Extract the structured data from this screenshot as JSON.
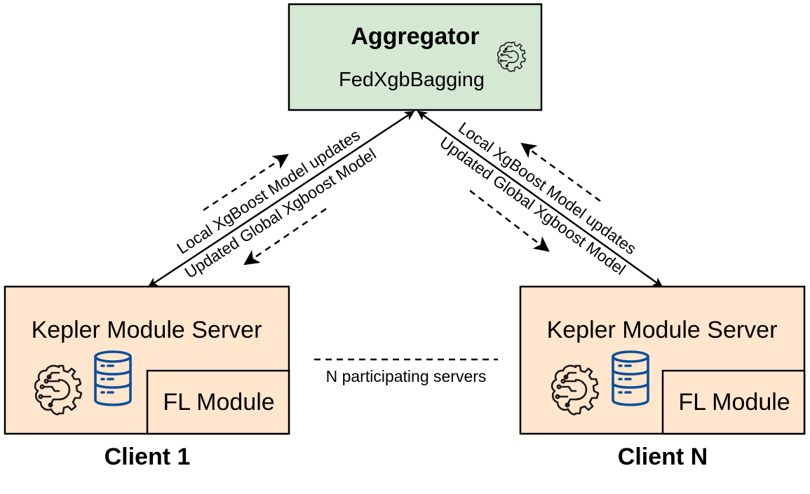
{
  "aggregator": {
    "title": "Aggregator",
    "strategy": "FedXgbBagging",
    "fill": "#d5e8d4",
    "icon": "brain-gear-icon"
  },
  "client_left": {
    "server_label": "Kepler Module Server",
    "module_label": "FL Module",
    "name": "Client 1",
    "fill": "#ffe6cc",
    "brain_icon": "brain-gear-icon",
    "db_icon": "database-icon"
  },
  "client_right": {
    "server_label": "Kepler Module Server",
    "module_label": "FL Module",
    "name": "Client N",
    "fill": "#ffe6cc",
    "brain_icon": "brain-gear-icon",
    "db_icon": "database-icon"
  },
  "edges": {
    "left_upper_label": "Local XgBoost Model updates",
    "left_lower_label": "Updated Global Xgboost Model",
    "right_upper_label": "Local XgBoost Model updates",
    "right_lower_label": "Updated Global Xgboost Model"
  },
  "middle": {
    "label": "N participating servers"
  },
  "colors": {
    "stroke": "#000000",
    "icon_stroke": "#1a1a1a",
    "db_stroke": "#0c4f9c"
  }
}
